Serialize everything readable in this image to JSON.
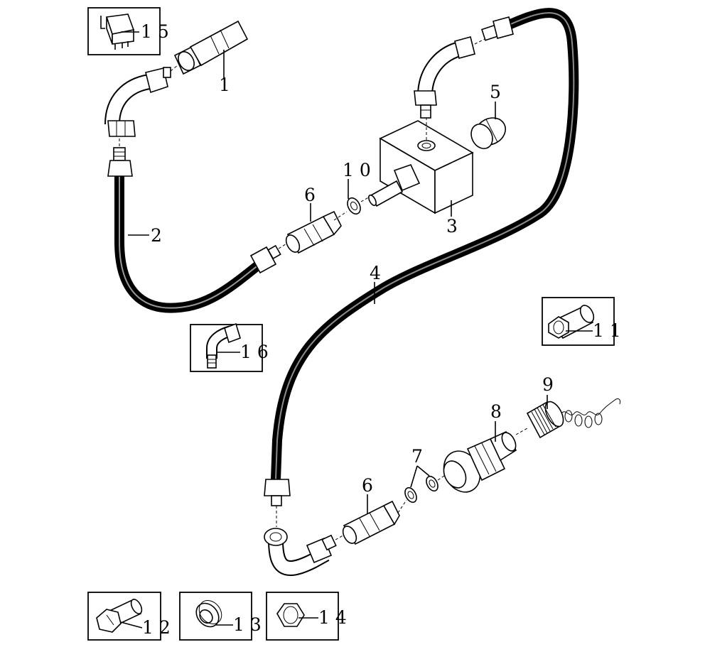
{
  "labels": {
    "part_1": "1",
    "part_2": "2",
    "part_3": "3",
    "part_4": "4",
    "part_5": "5",
    "part_6_upper": "6",
    "part_6_lower": "6",
    "part_7": "7",
    "part_8": "8",
    "part_9": "9",
    "part_10": "1 0",
    "box_11": "1 1",
    "box_12": "1 2",
    "box_13": "1 3",
    "box_14": "1 4",
    "box_15": "1 5",
    "box_16": "1 6"
  }
}
